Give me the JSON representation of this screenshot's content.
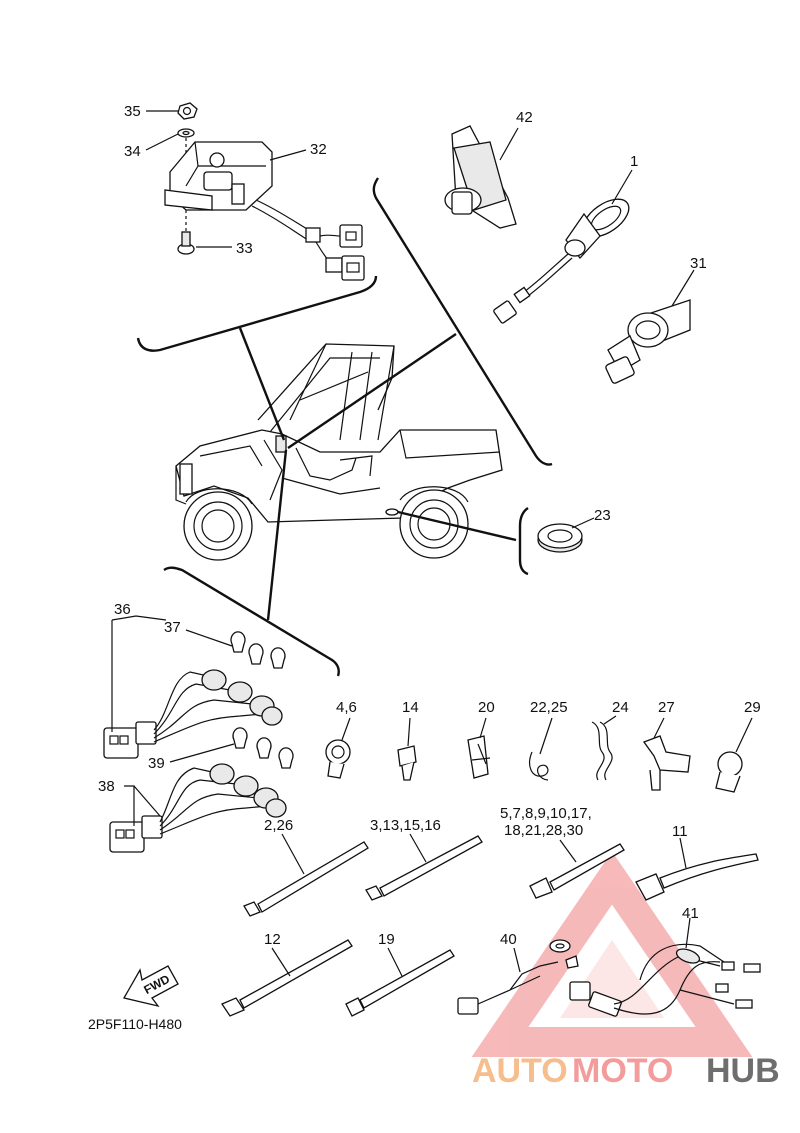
{
  "callouts": {
    "c35": "35",
    "c34": "34",
    "c32": "32",
    "c33": "33",
    "c42": "42",
    "c1": "1",
    "c31": "31",
    "c23": "23",
    "c36": "36",
    "c37": "37",
    "c38": "38",
    "c39": "39",
    "c4_6": "4,6",
    "c14": "14",
    "c20": "20",
    "c22_25": "22,25",
    "c24": "24",
    "c27": "27",
    "c29": "29",
    "c2_26": "2,26",
    "c3_13": "3,13,15,16",
    "c5_line1": "5,7,8,9,10,17,",
    "c5_line2": "18,21,28,30",
    "c11": "11",
    "c12": "12",
    "c19": "19",
    "c40": "40",
    "c41": "41"
  },
  "diagram_code": "2P5F110-H480",
  "fwd_label": "FWD",
  "watermark": {
    "part1": "AUTO",
    "part2": "MOTO",
    "part3": "HUB",
    "colors": {
      "auto": "#f5b27a",
      "moto": "#f08b8b",
      "hub": "#555555",
      "triangle": "#f08080"
    }
  }
}
